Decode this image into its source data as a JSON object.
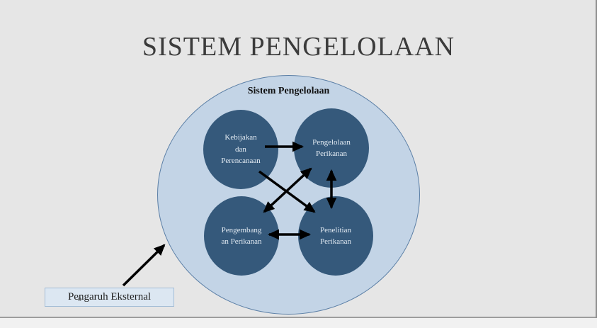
{
  "slide": {
    "title": "SISTEM PENGELOLAAN"
  },
  "diagram": {
    "system_label": "Sistem Pengelolaan",
    "nodes": [
      {
        "id": "kebijakan-perencanaan",
        "label": "Kebijakan\ndan\nPerencanaan"
      },
      {
        "id": "pengelolaan-perikanan",
        "label": "Pengelolaan\nPerikanan"
      },
      {
        "id": "pengembangan-perikanan",
        "label": "Pengembang\nan Perikanan"
      },
      {
        "id": "penelitian-perikanan",
        "label": "Penelitian\nPerikanan"
      }
    ],
    "arrows": [
      {
        "from": "kebijakan-perencanaan",
        "to": "pengelolaan-perikanan",
        "bidirectional": false
      },
      {
        "from": "kebijakan-perencanaan",
        "to": "penelitian-perikanan",
        "bidirectional": false
      },
      {
        "from": "pengembangan-perikanan",
        "to": "pengelolaan-perikanan",
        "bidirectional": true
      },
      {
        "from": "pengelolaan-perikanan",
        "to": "penelitian-perikanan",
        "bidirectional": true
      },
      {
        "from": "pengembangan-perikanan",
        "to": "penelitian-perikanan",
        "bidirectional": true
      },
      {
        "from": "pengaruh-eksternal",
        "to": "sistem-pengelolaan",
        "bidirectional": false
      }
    ],
    "external_box": {
      "label": "Pengaruh Eksternal",
      "bullet": "o"
    },
    "colors": {
      "background": "#e6e6e6",
      "system_fill": "#c3d4e6",
      "system_border": "#5b7fa6",
      "node_fill": "#35597b",
      "node_text": "#e3ebf3",
      "external_fill": "#dce7f2",
      "external_border": "#a3bdd6",
      "arrow": "#000000",
      "title_text": "#3b3b3b"
    }
  }
}
